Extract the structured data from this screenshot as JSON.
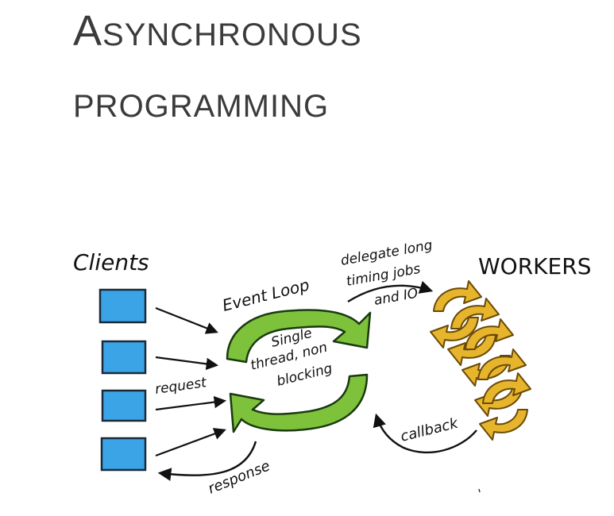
{
  "title": {
    "line1_initial": "A",
    "line1_rest": "SYNCHRONOUS",
    "line2": "PROGRAMMING"
  },
  "diagram": {
    "clients_label": "Clients",
    "workers_label": "WORKERS",
    "event_loop_label": "Event Loop",
    "loop_center_lines": [
      "Single",
      "thread, non",
      "blocking"
    ],
    "delegate_lines": [
      "delegate long",
      "timing jobs",
      "and IO"
    ],
    "request_label": "request",
    "response_label": "response",
    "callback_label": "callback",
    "colors": {
      "client_box": "#3aa4e6",
      "event_loop_arrow": "#7ec13a",
      "worker_arrow": "#e7b52c",
      "ink": "#111111",
      "title": "#3b3b3b"
    }
  }
}
